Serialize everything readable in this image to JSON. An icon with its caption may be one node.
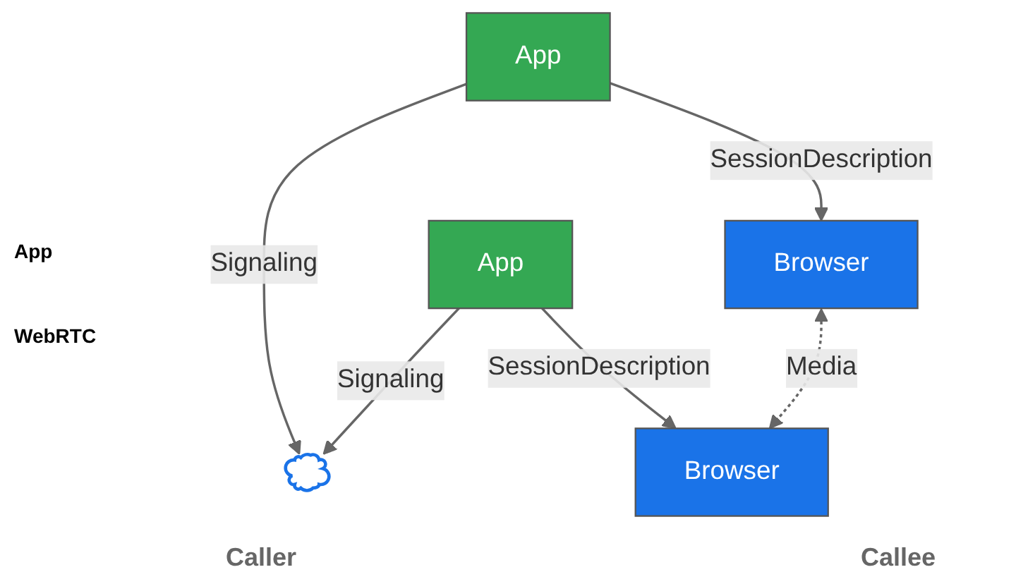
{
  "diagram": {
    "nodes": [
      {
        "text": [],
        "shape": "cloud"
      },
      {
        "text": [
          "App"
        ]
      },
      {
        "text": [
          "App"
        ]
      },
      {
        "text": [
          "Browser"
        ]
      },
      {
        "text": [
          "Browser"
        ]
      }
    ],
    "edges": [
      {
        "from": 1,
        "to": 0,
        "arrow": "to",
        "label": "Signaling"
      },
      {
        "from": 2,
        "to": 0,
        "arrow": "to",
        "label": "Signaling"
      },
      {
        "from": 1,
        "to": 3,
        "arrow": "to",
        "label": "SessionDescription"
      },
      {
        "from": 2,
        "to": 4,
        "arrow": "to",
        "label": "SessionDescription"
      },
      {
        "from": 3,
        "to": 4,
        "arrow": "both",
        "label": "Media",
        "style": "dashed"
      }
    ],
    "labels": [
      "App",
      "WebRTC",
      "Caller",
      "Callee"
    ]
  }
}
